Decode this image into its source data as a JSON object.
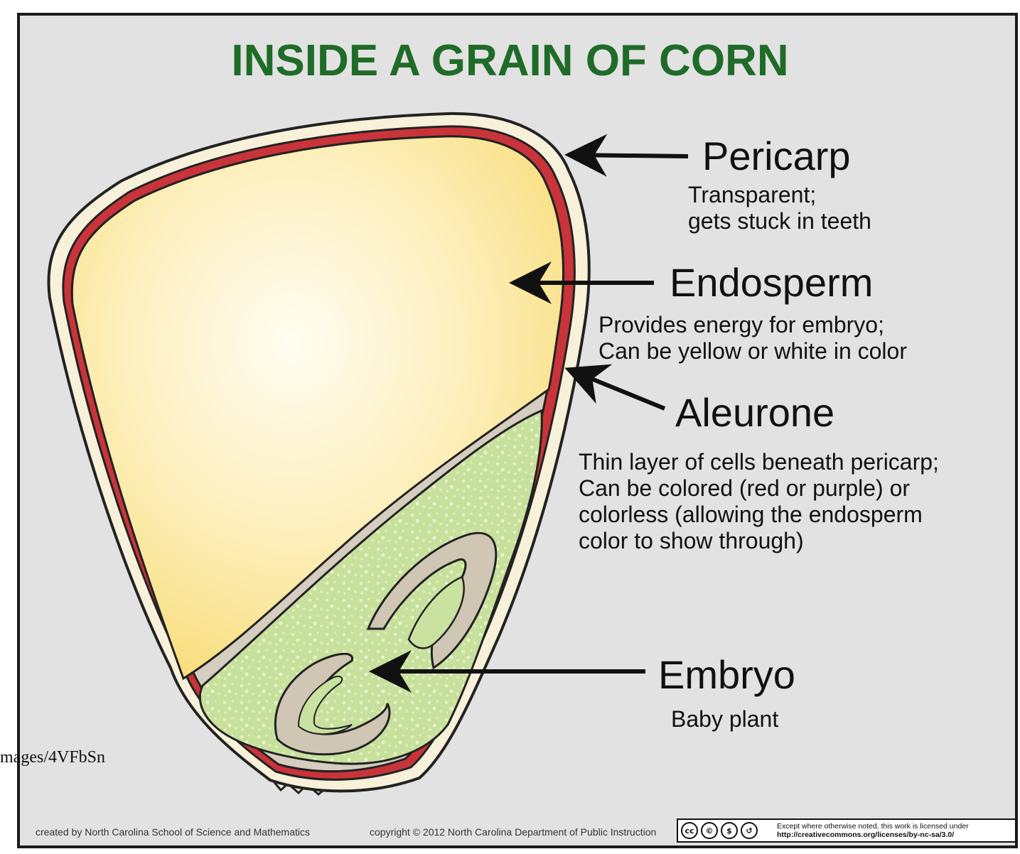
{
  "title": "INSIDE A GRAIN OF CORN",
  "parts": [
    {
      "name": "Pericarp",
      "description": [
        "Transparent;",
        "gets stuck in teeth"
      ]
    },
    {
      "name": "Endosperm",
      "description": [
        "Provides energy for embryo;",
        "Can be yellow or white in color"
      ]
    },
    {
      "name": "Aleurone",
      "description": [
        "Thin layer of cells beneath pericarp;",
        "Can be colored (red or purple) or",
        "colorless (allowing the endosperm",
        "color to show through)"
      ]
    },
    {
      "name": "Embryo",
      "description": [
        "Baby plant"
      ]
    }
  ],
  "watermark": "mages/4VFbSn",
  "footer": {
    "credit": "created by North Carolina School of Science and Mathematics",
    "copyright": "copyright © 2012  North Carolina Department of Public Instruction",
    "license_notice": "Except where otherwise noted, this work is licensed under",
    "license_url": "http://creativecommons.org/licenses/by-nc-sa/3.0/",
    "license_icons": [
      {
        "icon": "cc-icon",
        "glyph": "cc"
      },
      {
        "icon": "attribution-icon",
        "glyph": "©"
      },
      {
        "icon": "noncommercial-icon",
        "glyph": "$"
      },
      {
        "icon": "sharealike-icon",
        "glyph": "↺"
      }
    ]
  },
  "colors": {
    "title": "#1f6b28",
    "pericarp": "#f6f1d8",
    "aleurone": "#c9343a",
    "endosperm": "#fbe8a0",
    "embryo": "#c9e2a0",
    "background": "#e2e2e2"
  }
}
